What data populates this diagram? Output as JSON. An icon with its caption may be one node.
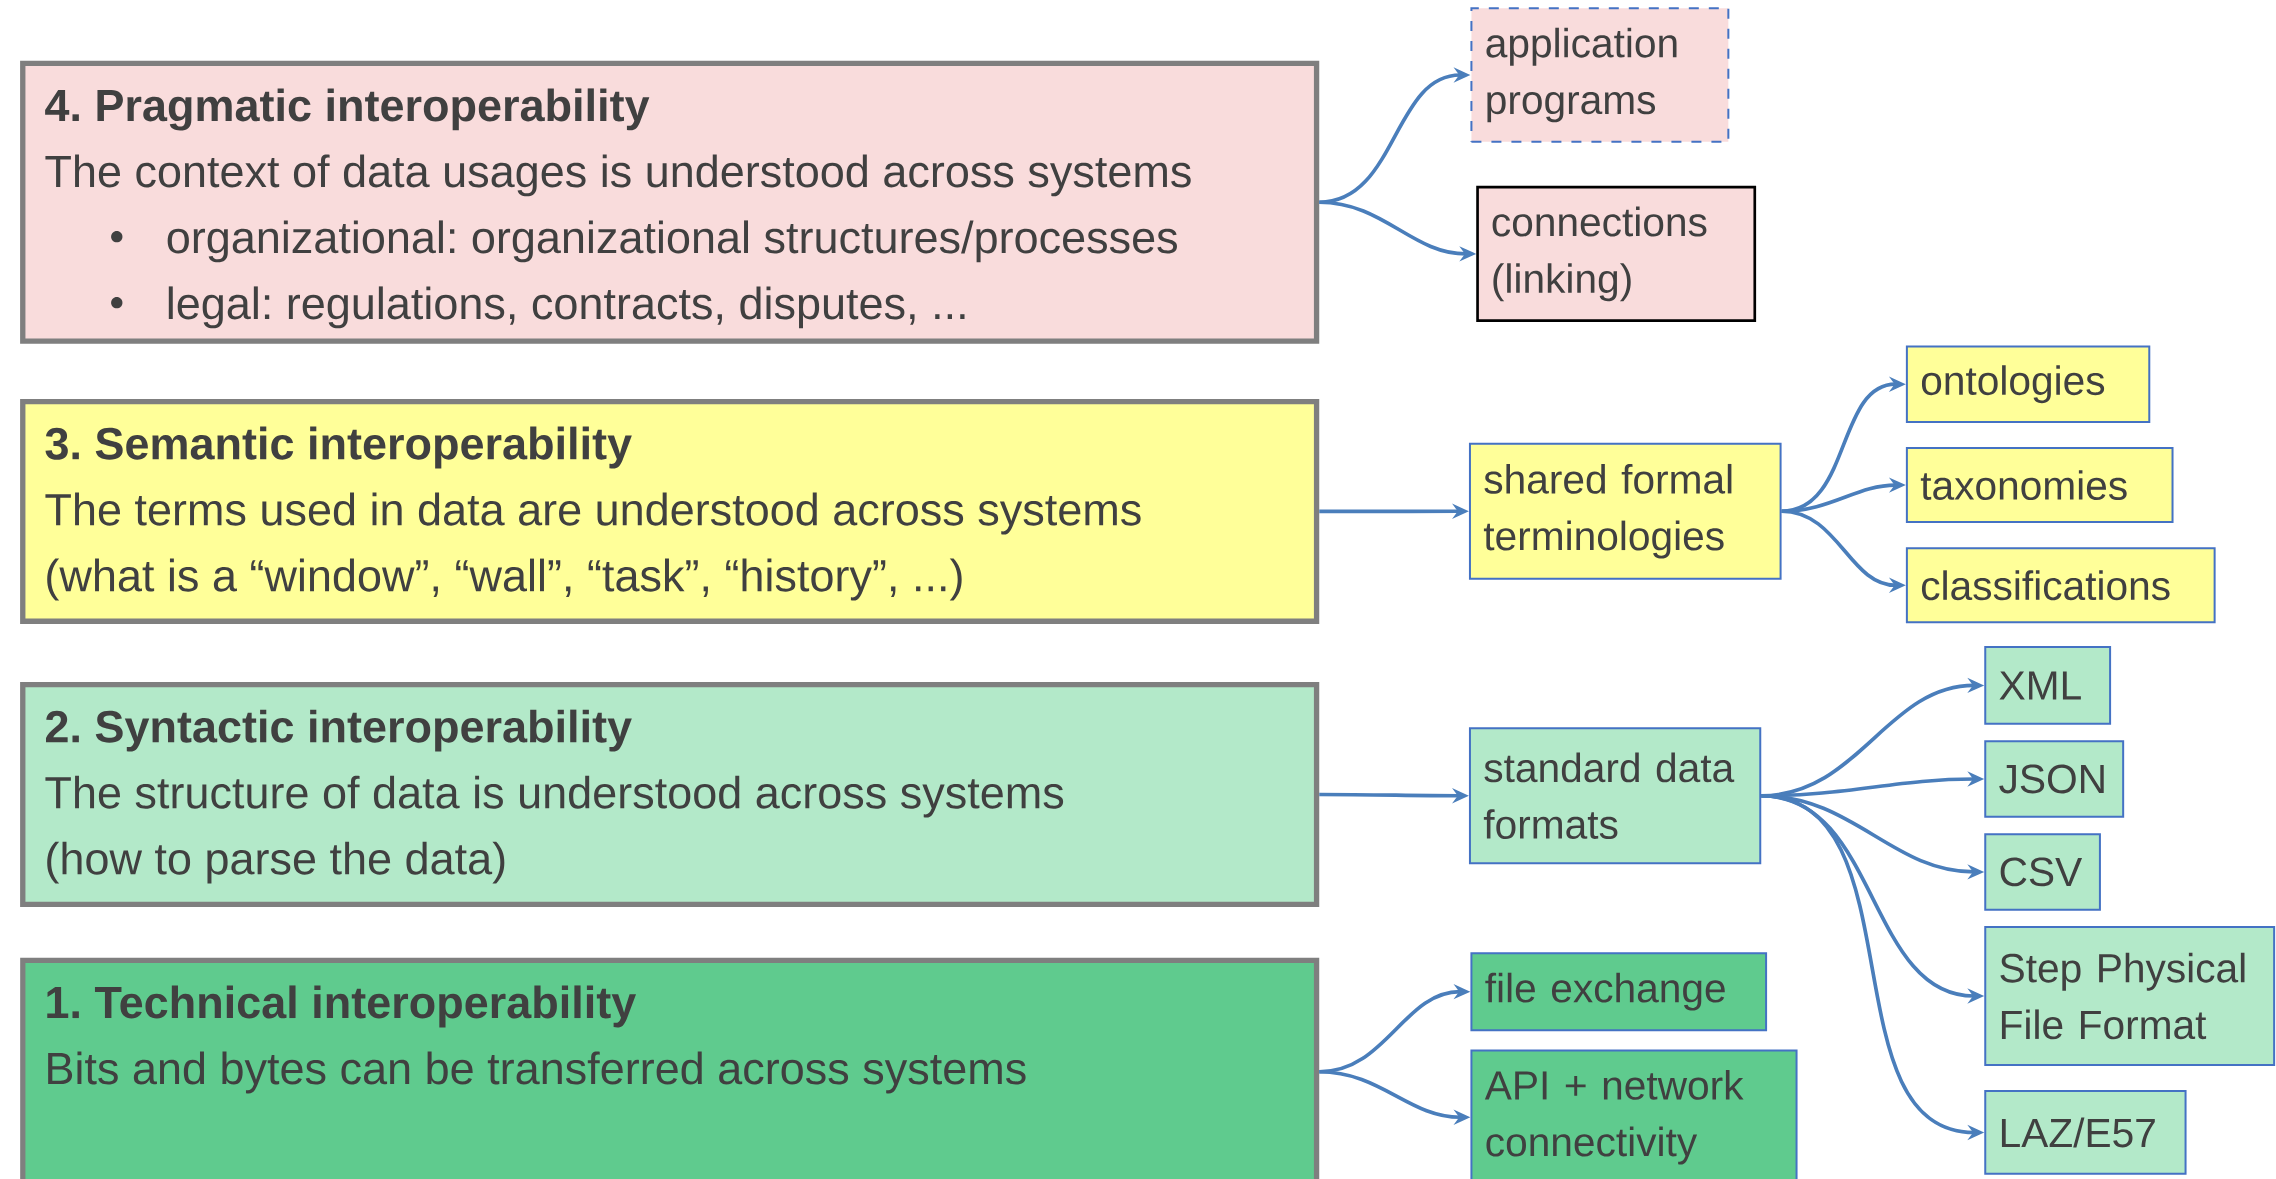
{
  "diagram": {
    "nodes": [
      {
        "text": [
          "4. Pragmatic interoperability",
          "The context of data usages is understood across systems",
          "organizational: organizational structures/processes",
          "legal: regulations, contracts, disputes, ..."
        ]
      },
      {
        "text": [
          "application programs"
        ]
      },
      {
        "text": [
          "connections (linking)"
        ]
      },
      {
        "text": [
          "3. Semantic interoperability",
          "The terms used in data are understood across systems",
          "(what is a “window”, “wall”, “task”, “history”, ...)"
        ]
      },
      {
        "text": [
          "shared formal terminologies"
        ]
      },
      {
        "text": [
          "ontologies"
        ]
      },
      {
        "text": [
          "taxonomies"
        ]
      },
      {
        "text": [
          "classifications"
        ]
      },
      {
        "text": [
          "2. Syntactic interoperability",
          "The structure of data is understood across systems",
          "(how to parse the data)"
        ]
      },
      {
        "text": [
          "standard data formats"
        ]
      },
      {
        "text": [
          "XML"
        ]
      },
      {
        "text": [
          "JSON"
        ]
      },
      {
        "text": [
          "CSV"
        ]
      },
      {
        "text": [
          "Step Physical File Format"
        ]
      },
      {
        "text": [
          "LAZ/E57"
        ]
      },
      {
        "text": [
          "1. Technical interoperability",
          "Bits and bytes can be transferred across systems"
        ]
      },
      {
        "text": [
          "file exchange"
        ]
      },
      {
        "text": [
          "API + network connectivity"
        ]
      }
    ],
    "edges": [
      {
        "from": 0,
        "to": 1,
        "arrow": "to"
      },
      {
        "from": 0,
        "to": 2,
        "arrow": "to"
      },
      {
        "from": 3,
        "to": 4,
        "arrow": "to"
      },
      {
        "from": 4,
        "to": 5,
        "arrow": "to"
      },
      {
        "from": 4,
        "to": 6,
        "arrow": "to"
      },
      {
        "from": 4,
        "to": 7,
        "arrow": "to"
      },
      {
        "from": 8,
        "to": 9,
        "arrow": "to"
      },
      {
        "from": 9,
        "to": 10,
        "arrow": "to"
      },
      {
        "from": 9,
        "to": 11,
        "arrow": "to"
      },
      {
        "from": 9,
        "to": 12,
        "arrow": "to"
      },
      {
        "from": 9,
        "to": 13,
        "arrow": "to"
      },
      {
        "from": 9,
        "to": 14,
        "arrow": "to"
      },
      {
        "from": 15,
        "to": 16,
        "arrow": "to"
      },
      {
        "from": 15,
        "to": 17,
        "arrow": "to"
      }
    ]
  }
}
